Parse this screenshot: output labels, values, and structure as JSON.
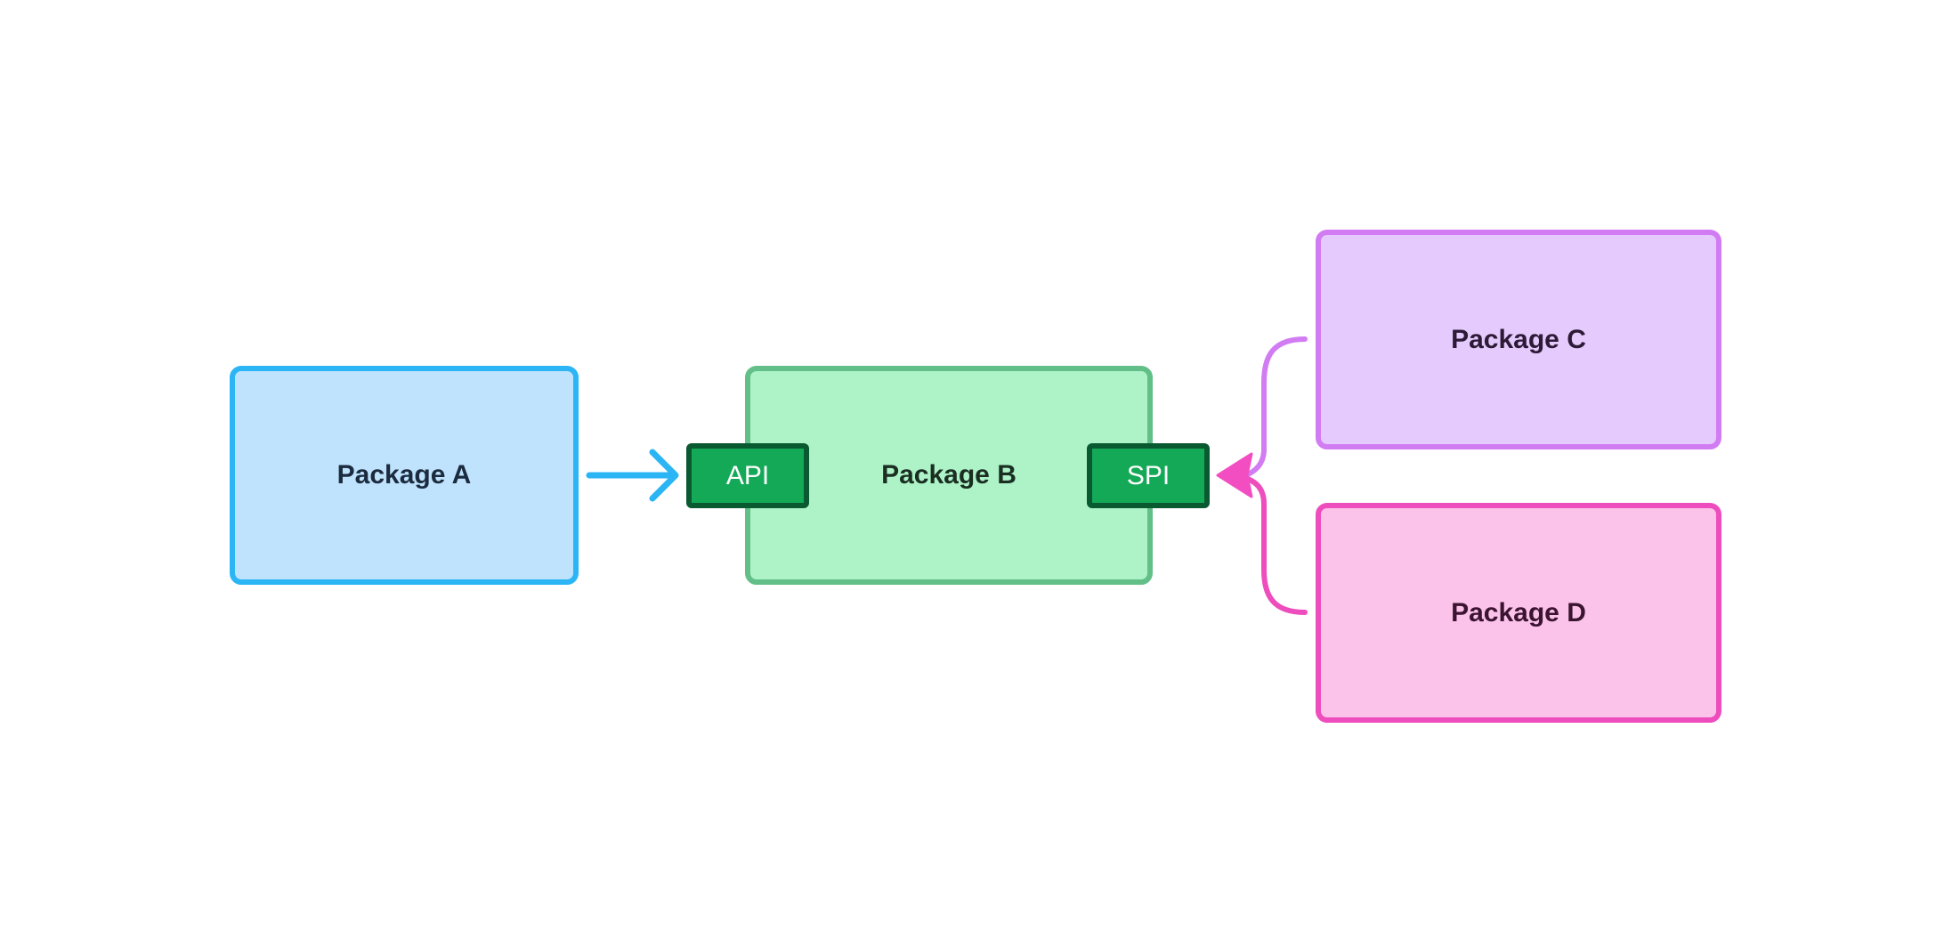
{
  "diagram": {
    "nodes": [
      {
        "id": "a",
        "label": "Package A",
        "fill": "#bfe3fd",
        "stroke": "#2bb5f5"
      },
      {
        "id": "b",
        "label": "Package B",
        "fill": "#adf3c7",
        "stroke": "#62bf88"
      },
      {
        "id": "c",
        "label": "Package C",
        "fill": "#e5cbfd",
        "stroke": "#d27cf3"
      },
      {
        "id": "d",
        "label": "Package D",
        "fill": "#fcc3ea",
        "stroke": "#ee4dbd"
      }
    ],
    "ports": [
      {
        "id": "api",
        "label": "API",
        "on": "b",
        "fill": "#14a957",
        "stroke": "#0a5a31"
      },
      {
        "id": "spi",
        "label": "SPI",
        "on": "b",
        "fill": "#14a957",
        "stroke": "#0a5a31"
      }
    ],
    "edges": [
      {
        "from": "a",
        "to": "api",
        "color": "#2bb5f5",
        "arrowhead": "open"
      },
      {
        "from": "c",
        "to": "spi",
        "color": "#d27cf3",
        "arrowhead": "filled"
      },
      {
        "from": "d",
        "to": "spi",
        "color": "#ee4dbd",
        "arrowhead": "filled"
      }
    ]
  }
}
